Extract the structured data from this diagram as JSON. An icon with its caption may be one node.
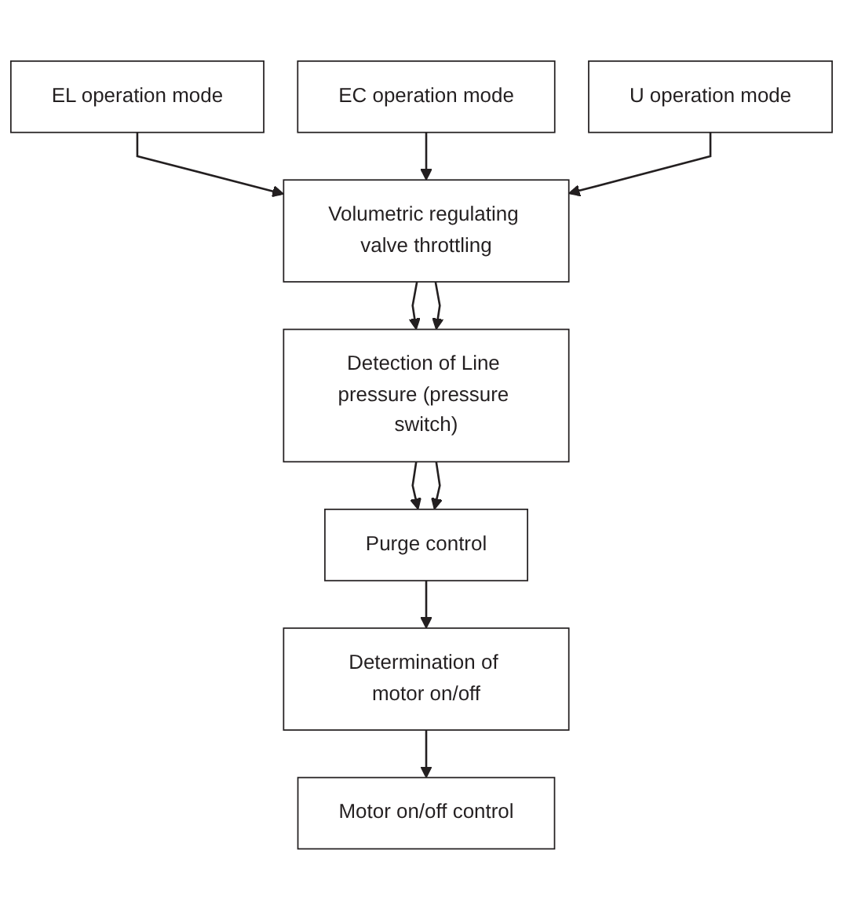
{
  "diagram": {
    "nodes": [
      {
        "text": [
          "EL operation mode"
        ]
      },
      {
        "text": [
          "EC operation mode"
        ]
      },
      {
        "text": [
          "U operation mode"
        ]
      },
      {
        "text": [
          "Volumetric regulating valve throttling"
        ]
      },
      {
        "text": [
          "Detection of Line pressure (pressure switch)"
        ]
      },
      {
        "text": [
          "Purge control"
        ]
      },
      {
        "text": [
          "Determination of motor on/off"
        ]
      },
      {
        "text": [
          "Motor on/off control"
        ]
      }
    ],
    "edges": [
      {
        "from": 0,
        "to": 3,
        "arrow": "to"
      },
      {
        "from": 1,
        "to": 3,
        "arrow": "to"
      },
      {
        "from": 2,
        "to": 3,
        "arrow": "to"
      },
      {
        "from": 3,
        "to": 4,
        "arrow": "to"
      },
      {
        "from": 3,
        "to": 4,
        "arrow": "to"
      },
      {
        "from": 4,
        "to": 5,
        "arrow": "to"
      },
      {
        "from": 4,
        "to": 5,
        "arrow": "to"
      },
      {
        "from": 5,
        "to": 6,
        "arrow": "to"
      },
      {
        "from": 6,
        "to": 7,
        "arrow": "to"
      }
    ]
  }
}
